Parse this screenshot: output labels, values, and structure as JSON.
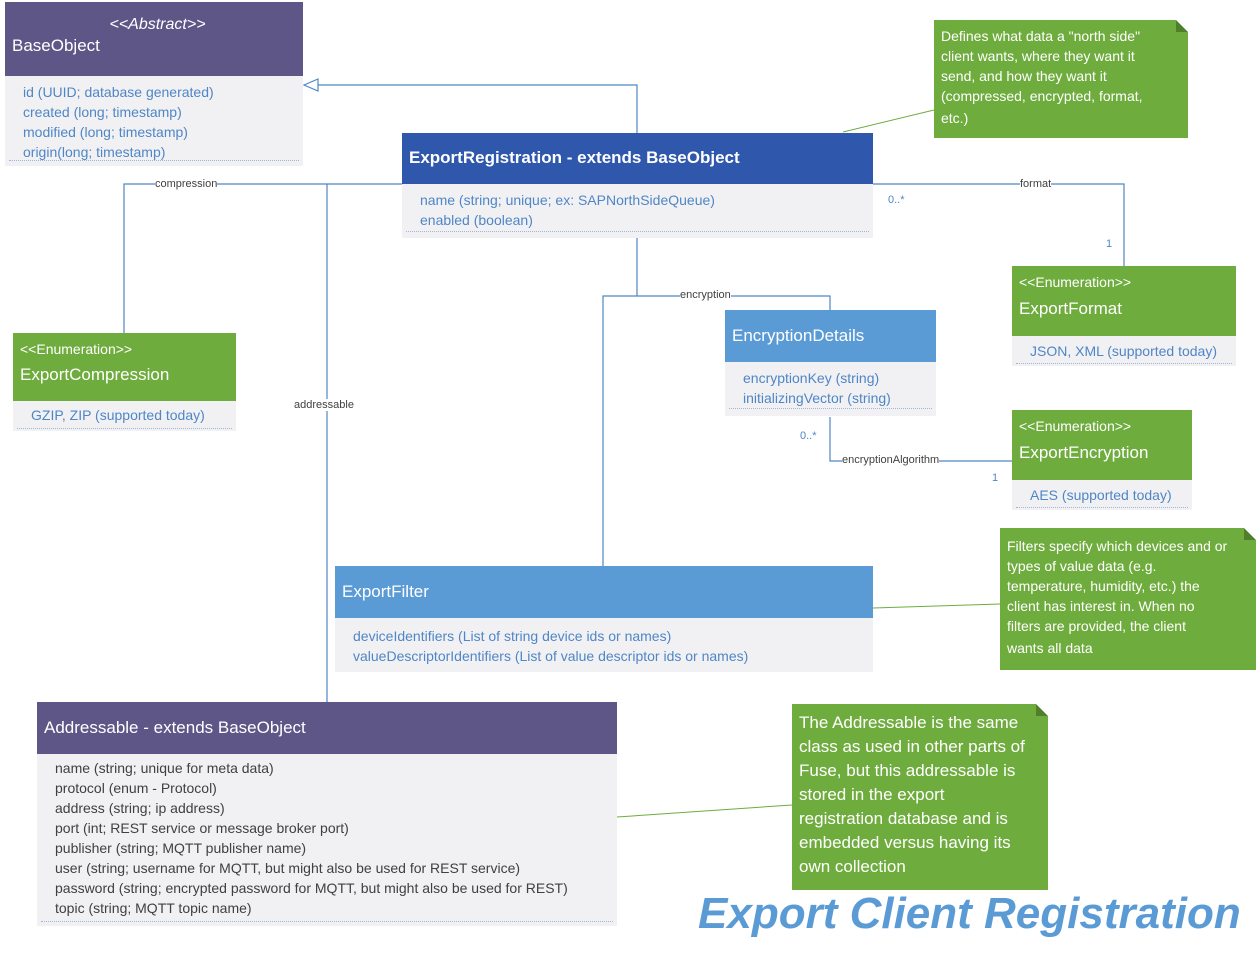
{
  "title": "Export Client Registration",
  "colors": {
    "purple_header": "#5e5687",
    "dark_blue_header": "#2f58ad",
    "blue_header": "#5b9bd5",
    "green": "#6fac3e",
    "attribute_blue": "#4f86c6",
    "line_blue": "#4f86c6"
  },
  "base_object": {
    "stereotype": "<<Abstract>>",
    "name": "BaseObject",
    "attributes": [
      "id (UUID; database generated)",
      "created (long; timestamp)",
      "modified (long; timestamp)",
      "origin(long; timestamp)"
    ]
  },
  "export_registration": {
    "name": "ExportRegistration - extends BaseObject",
    "attributes": [
      "name (string; unique; ex:  SAPNorthSideQueue)",
      "enabled (boolean)"
    ]
  },
  "export_compression": {
    "stereotype": "<<Enumeration>>",
    "name": "ExportCompression",
    "values": "GZIP, ZIP (supported today)"
  },
  "export_format": {
    "stereotype": "<<Enumeration>>",
    "name": "ExportFormat",
    "values": "JSON, XML (supported today)"
  },
  "encryption_details": {
    "name": "EncryptionDetails",
    "attributes": [
      "encryptionKey (string)",
      "initializingVector (string)"
    ]
  },
  "export_encryption": {
    "stereotype": "<<Enumeration>>",
    "name": "ExportEncryption",
    "values": "AES (supported today)"
  },
  "export_filter": {
    "name": "ExportFilter",
    "attributes": [
      "deviceIdentifiers (List of string device ids or names)",
      "valueDescriptorIdentifiers (List of value descriptor ids or names)"
    ]
  },
  "addressable": {
    "name": "Addressable - extends BaseObject",
    "attributes": [
      "name (string; unique for meta data)",
      "protocol (enum - Protocol)",
      "address (string; ip address)",
      "port (int; REST service or message broker port)",
      "publisher (string; MQTT publisher name)",
      "user (string; username for MQTT, but might also be used for REST service)",
      "password (string; encrypted password for MQTT, but might also be used for REST)",
      "topic (string; MQTT topic name)"
    ]
  },
  "notes": {
    "registration": [
      "Defines what data a \"north side\"",
      "client wants, where they want it",
      "send, and how they want it",
      "(compressed, encrypted, format,",
      "etc.)"
    ],
    "filter": [
      "Filters specify which devices and or",
      "types of value data (e.g.",
      "temperature, humidity, etc.) the",
      "client has interest in.  When no",
      "filters are provided, the client",
      "wants all data"
    ],
    "addressable": [
      "The Addressable is the same",
      "class as used in other parts of",
      "Fuse, but this addressable is",
      "stored in the export",
      "registration database and is",
      "embedded versus having its",
      "own collection"
    ]
  },
  "connectors": {
    "compression": "compression",
    "format": "format",
    "encryption": "encryption",
    "encryption_algorithm": "encryptionAlgorithm",
    "addressable": "addressable"
  },
  "multiplicities": {
    "format_source": "0..*",
    "format_target": "1",
    "algorithm_source": "0..*",
    "algorithm_target": "1"
  }
}
